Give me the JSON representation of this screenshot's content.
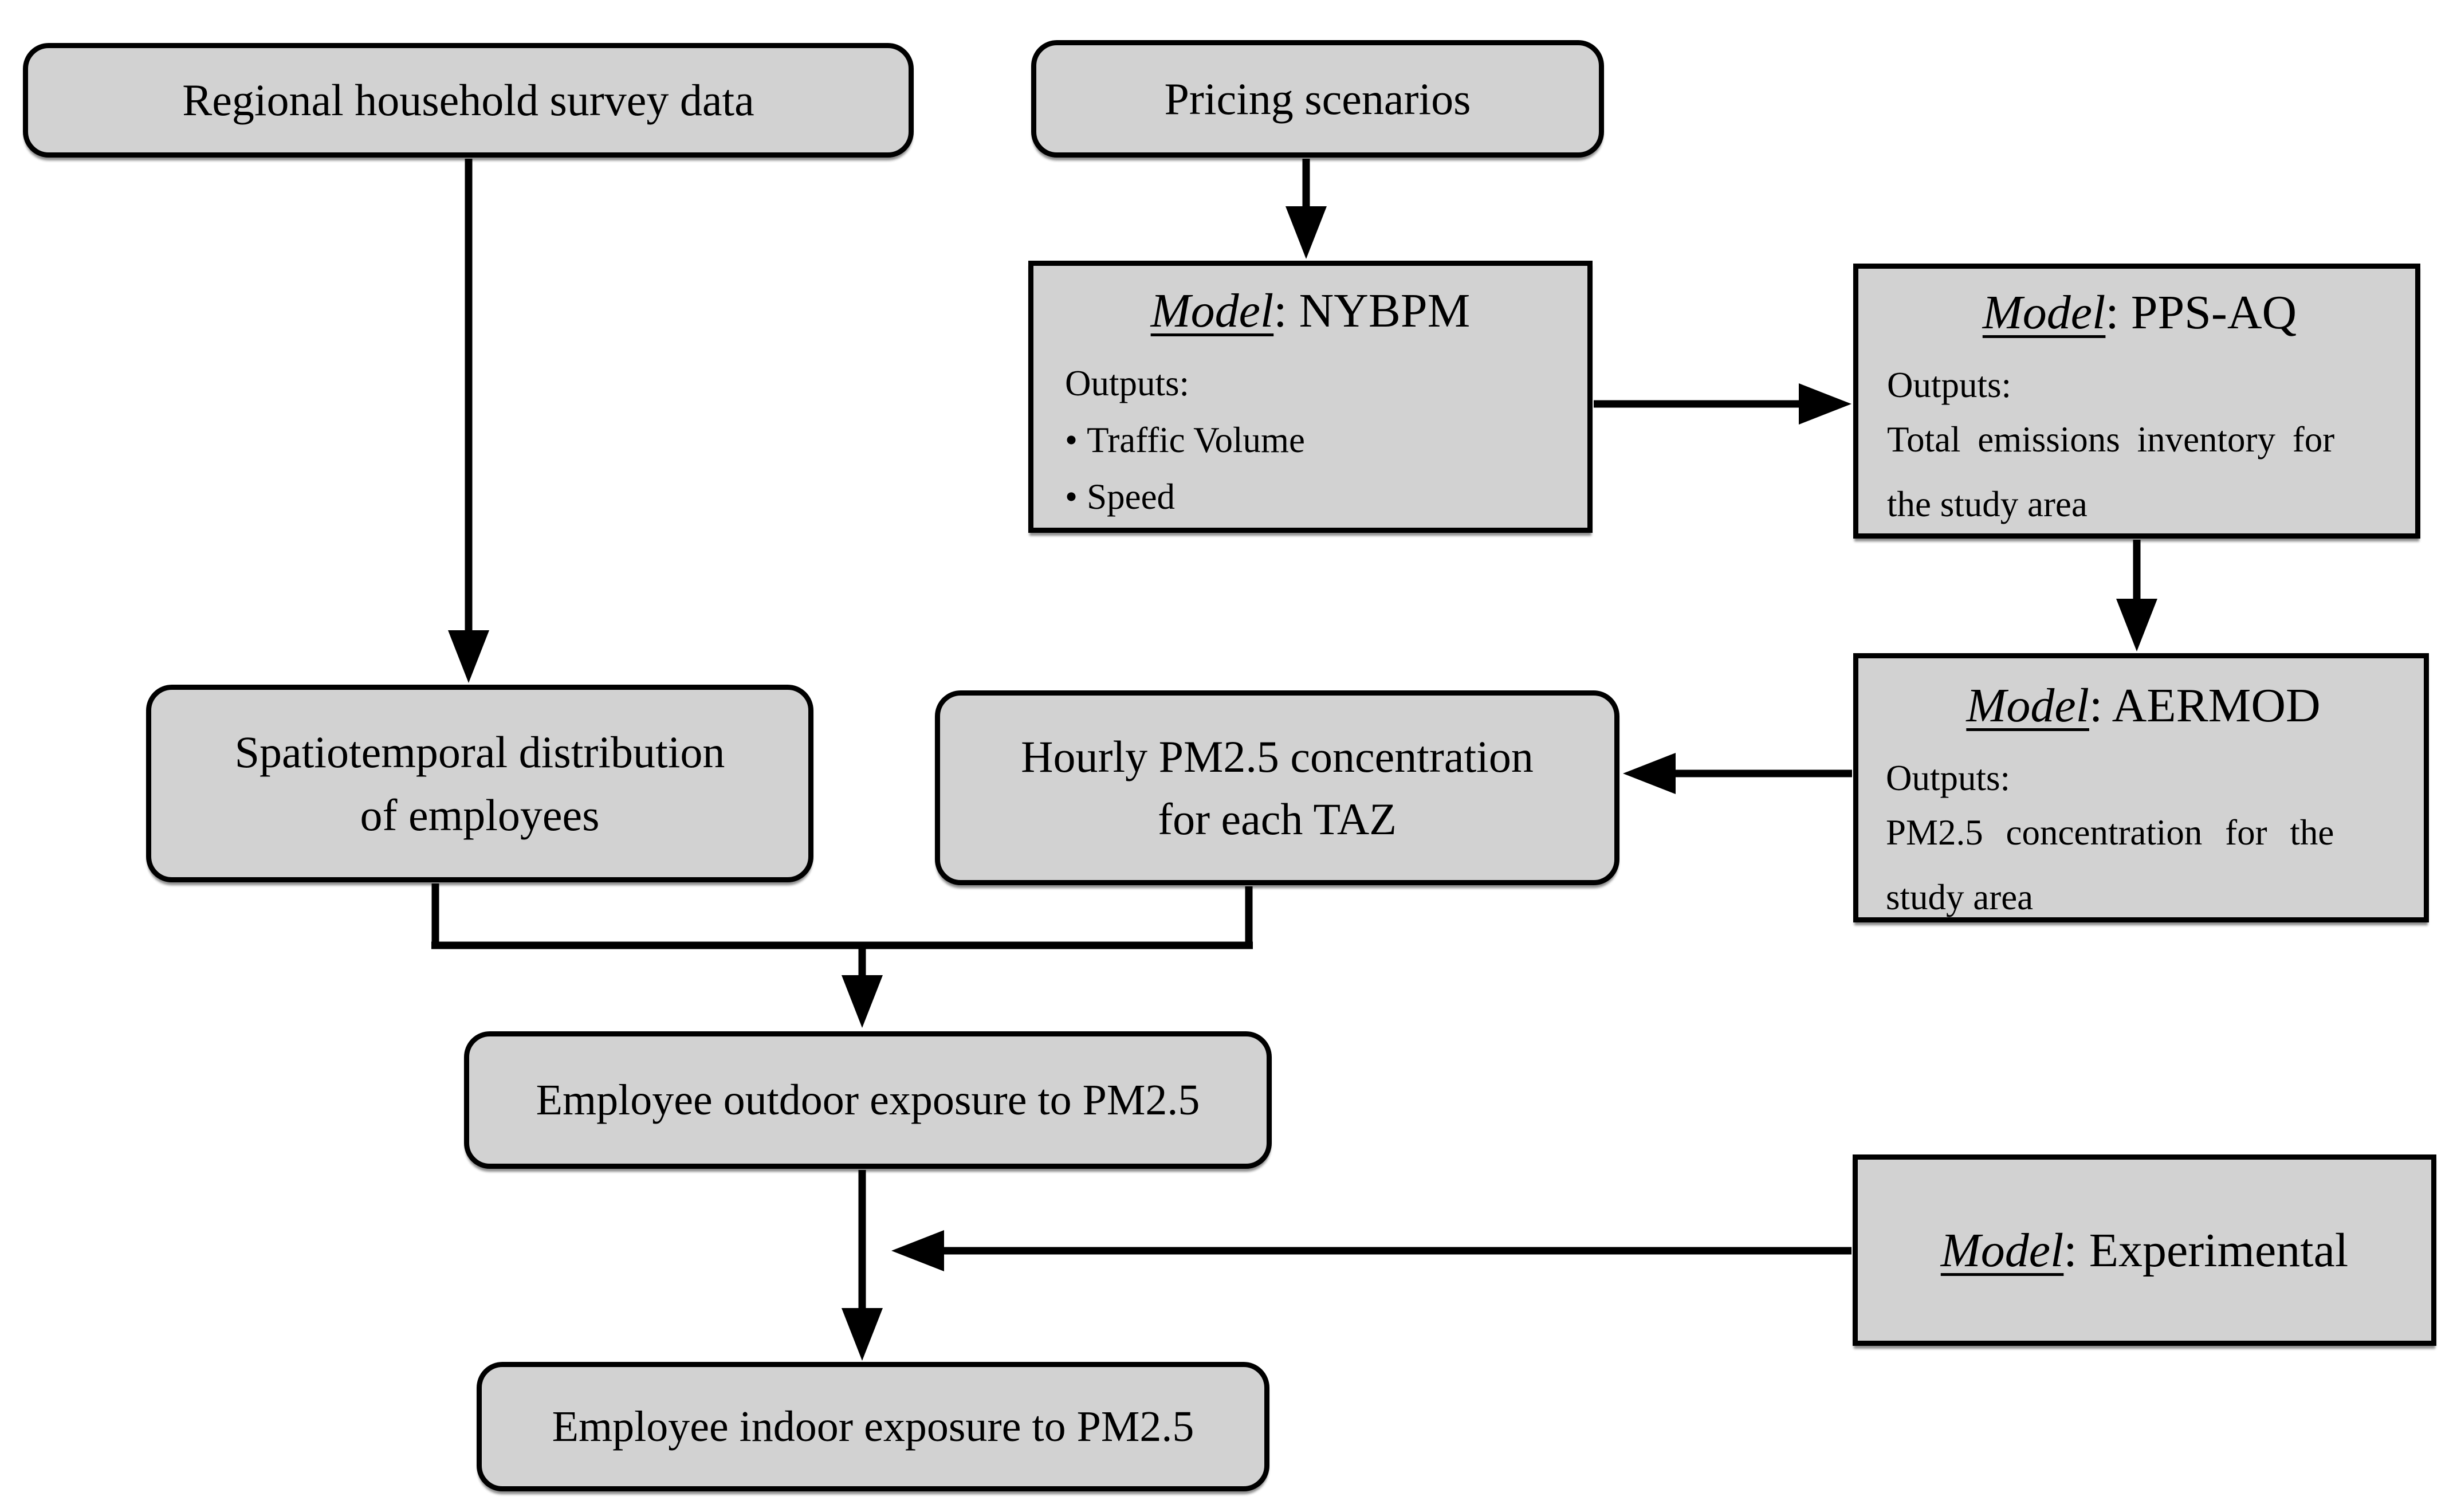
{
  "palette": {
    "background": "#ffffff",
    "box_fill": "#d2d2d2",
    "box_border": "#000000",
    "arrow_color": "#000000",
    "text_color": "#000000"
  },
  "bullet_char": "•",
  "nodes": {
    "regional_survey": {
      "label": "Regional household survey data"
    },
    "pricing": {
      "label": "Pricing scenarios"
    },
    "nybpm": {
      "model_word": "Model",
      "title_rest": ": NYBPM",
      "outputs_label": "Outputs:",
      "bullets": [
        "Traffic Volume",
        "Speed"
      ]
    },
    "ppsaq": {
      "model_word": "Model",
      "title_rest": ": PPS-AQ",
      "outputs_label": "Outputs:",
      "body_lines": [
        "Total emissions inventory for",
        "the study area"
      ]
    },
    "aermod": {
      "model_word": "Model",
      "title_rest": ": AERMOD",
      "outputs_label": "Outputs:",
      "body_lines": [
        "PM2.5 concentration for the",
        "study area"
      ]
    },
    "spatiotemporal": {
      "lines": [
        "Spatiotemporal distribution",
        "of employees"
      ]
    },
    "hourly": {
      "lines": [
        "Hourly PM2.5 concentration",
        "for each TAZ"
      ]
    },
    "outdoor": {
      "label": "Employee outdoor exposure to PM2.5"
    },
    "experimental": {
      "model_word": "Model",
      "title_rest": ": Experimental"
    },
    "indoor": {
      "label": "Employee indoor exposure to PM2.5"
    }
  }
}
